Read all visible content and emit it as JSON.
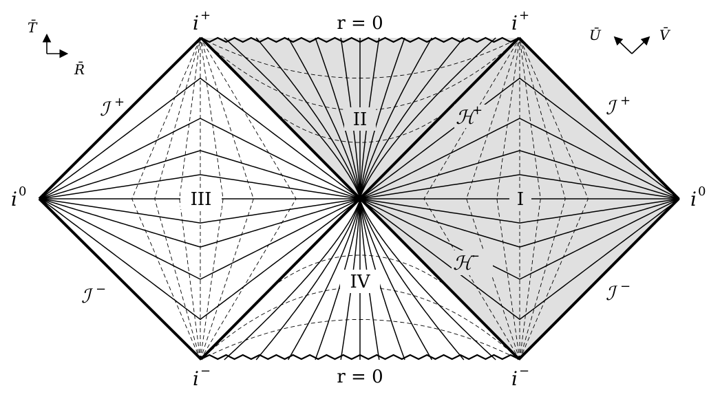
{
  "labels": {
    "i_plus_left": "i",
    "i_plus_right": "i",
    "i_minus_left": "i",
    "i_minus_right": "i",
    "plus_sup": "+",
    "minus_sup": "−",
    "i0_left": "i",
    "i0_right": "i",
    "zero_sup": "0",
    "r0_top": "r = 0",
    "r0_bottom": "r = 0",
    "region_I": "I",
    "region_II": "II",
    "region_III": "III",
    "region_IV": "IV",
    "scri_plus_left": "ℐ",
    "scri_plus_right": "ℐ",
    "scri_minus_left": "ℐ",
    "scri_minus_right": "ℐ",
    "horizon_future": "ℋ",
    "horizon_past": "ℋ"
  },
  "axes": {
    "t_bar": "T̄",
    "r_bar": "R̄",
    "u_bar": "Ū",
    "v_bar": "V̄"
  },
  "colors": {
    "shade": "#e0e0e0",
    "ink": "#000000"
  }
}
